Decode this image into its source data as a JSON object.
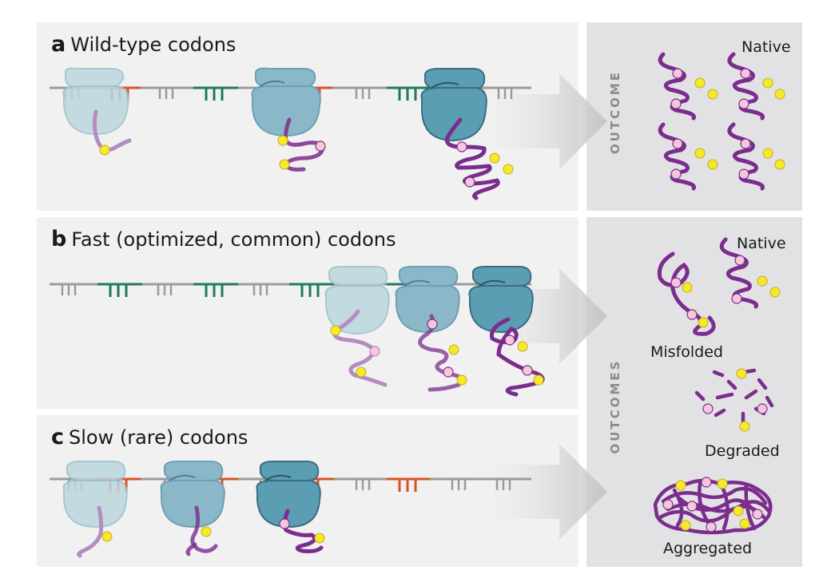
{
  "panels": {
    "a": {
      "letter": "a",
      "title": "Wild-type codons"
    },
    "b": {
      "letter": "b",
      "title": "Fast (optimized, common) codons"
    },
    "c": {
      "letter": "c",
      "title": "Slow (rare) codons"
    }
  },
  "outcome_panel_1": {
    "side_label": "OUTCOME",
    "labels": {
      "native": "Native"
    }
  },
  "outcome_panel_2": {
    "side_label": "OUTCOMES",
    "labels": {
      "native": "Native",
      "misfolded": "Misfolded",
      "degraded": "Degraded",
      "aggregated": "Aggregated"
    }
  },
  "colors": {
    "panel_bg": "#f1f1f1",
    "outcome_bg": "#e2e2e4",
    "mrna": "#9a9a9a",
    "common_codon": "#1f7a5a",
    "rare_codon": "#d9522a",
    "ribosome_light": "#bcd6df",
    "ribosome_mid": "#8ab8c8",
    "ribosome_dark": "#5b9db3",
    "protein": "#7b2d8e",
    "protein_light": "#b48cc2",
    "marker_yellow": "#f4ea2a",
    "marker_pink": "#f6c6dc"
  }
}
